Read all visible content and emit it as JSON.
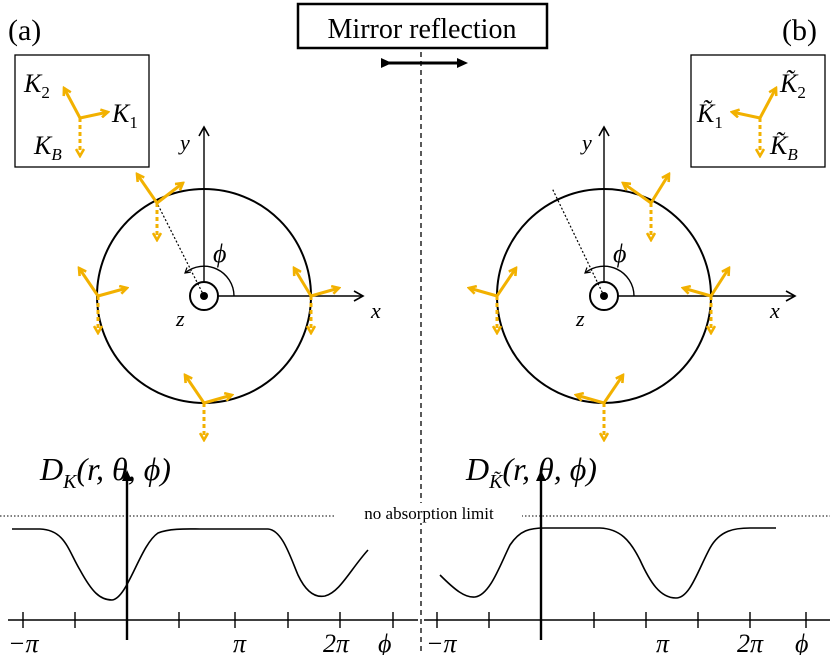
{
  "title": "Mirror reflection",
  "panel_a": {
    "label": "(a)",
    "legend": {
      "k1": "K",
      "k1_sub": "1",
      "k2": "K",
      "k2_sub": "2",
      "kb": "K",
      "kb_sub": "B"
    }
  },
  "panel_b": {
    "label": "(b)",
    "legend": {
      "k1": "K̃",
      "k1_sub": "1",
      "k2": "K̃",
      "k2_sub": "2",
      "kb": "K̃",
      "kb_sub": "B"
    }
  },
  "axes": {
    "x": "x",
    "y": "y",
    "z": "z",
    "phi": "ϕ"
  },
  "plot_a": {
    "label_main": "D",
    "label_sub": "K",
    "label_args": "(r, θ, ϕ)"
  },
  "plot_b": {
    "label_main": "D",
    "label_sub": "K̃",
    "label_args": "(r, θ, ϕ)"
  },
  "no_absorption_label": "no absorption limit",
  "ticks_a": [
    "−π",
    "π",
    "2π"
  ],
  "ticks_b": [
    "−π",
    "π",
    "2π"
  ],
  "phi_axis_label": "ϕ",
  "colors": {
    "arrow": "#F2B100",
    "line": "#000000"
  }
}
